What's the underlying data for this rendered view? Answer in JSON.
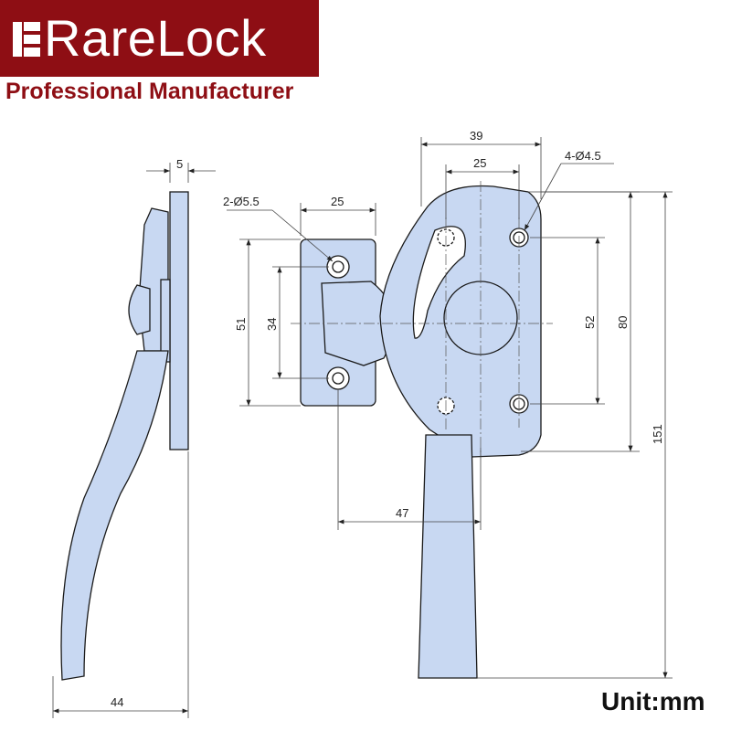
{
  "brand": {
    "name": "RareLock",
    "tagline": "Professional Manufacturer",
    "color": "#8e0e14"
  },
  "unit_label": "Unit:mm",
  "drawing": {
    "part_fill": "#c8d8f2",
    "outline_color": "#1a1a1a",
    "dimensions": {
      "plate_thickness": "5",
      "handle_depth": "44",
      "body_width": "39",
      "body_hole_spacing_x": "25",
      "body_hole_callout": "4-Ø4.5",
      "keeper_hole_callout": "2-Ø5.5",
      "keeper_hole_spacing_x": "25",
      "keeper_height": "51",
      "keeper_hole_spacing_y": "34",
      "body_hole_spacing_y": "52",
      "body_height": "80",
      "total_length": "151",
      "keeper_to_body_distance": "47"
    }
  }
}
